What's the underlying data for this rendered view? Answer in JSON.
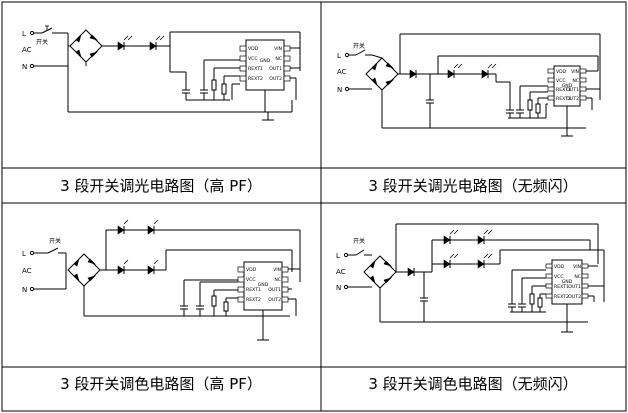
{
  "panels": [
    {
      "caption": "3 段开关调光电路图（高 PF）",
      "line_label": "L",
      "neutral_label": "N",
      "ac_label": "AC",
      "switch_label": "开关",
      "chip_pins_left": [
        "VDD",
        "VCC",
        "REXT1",
        "REXT2"
      ],
      "chip_pins_right": [
        "VIN",
        "NC",
        "OUT1",
        "OUT2"
      ],
      "chip_center": "GND"
    },
    {
      "caption": "3 段开关调光电路图（无频闪）",
      "line_label": "L",
      "neutral_label": "N",
      "ac_label": "AC",
      "switch_label": "开关",
      "chip_pins_left": [
        "VDD",
        "VCC",
        "REXT1",
        "REXT2"
      ],
      "chip_pins_right": [
        "VIN",
        "NC",
        "OUT1",
        "OUT2"
      ],
      "chip_center": "GND"
    },
    {
      "caption": "3 段开关调色电路图（高 PF）",
      "line_label": "L",
      "neutral_label": "N",
      "ac_label": "AC",
      "switch_label": "开关",
      "chip_pins_left": [
        "VDD",
        "VCC",
        "REXT1",
        "REXT2"
      ],
      "chip_pins_right": [
        "VIN",
        "NC",
        "OUT1",
        "OUT2"
      ],
      "chip_center": "GND"
    },
    {
      "caption": "3 段开关调色电路图（无频闪）",
      "line_label": "L",
      "neutral_label": "N",
      "ac_label": "AC",
      "switch_label": "开关",
      "chip_pins_left": [
        "VDD",
        "VCC",
        "REXT1",
        "REXT2"
      ],
      "chip_pins_right": [
        "VIN",
        "NC",
        "OUT1",
        "OUT2"
      ],
      "chip_center": "GND"
    }
  ]
}
